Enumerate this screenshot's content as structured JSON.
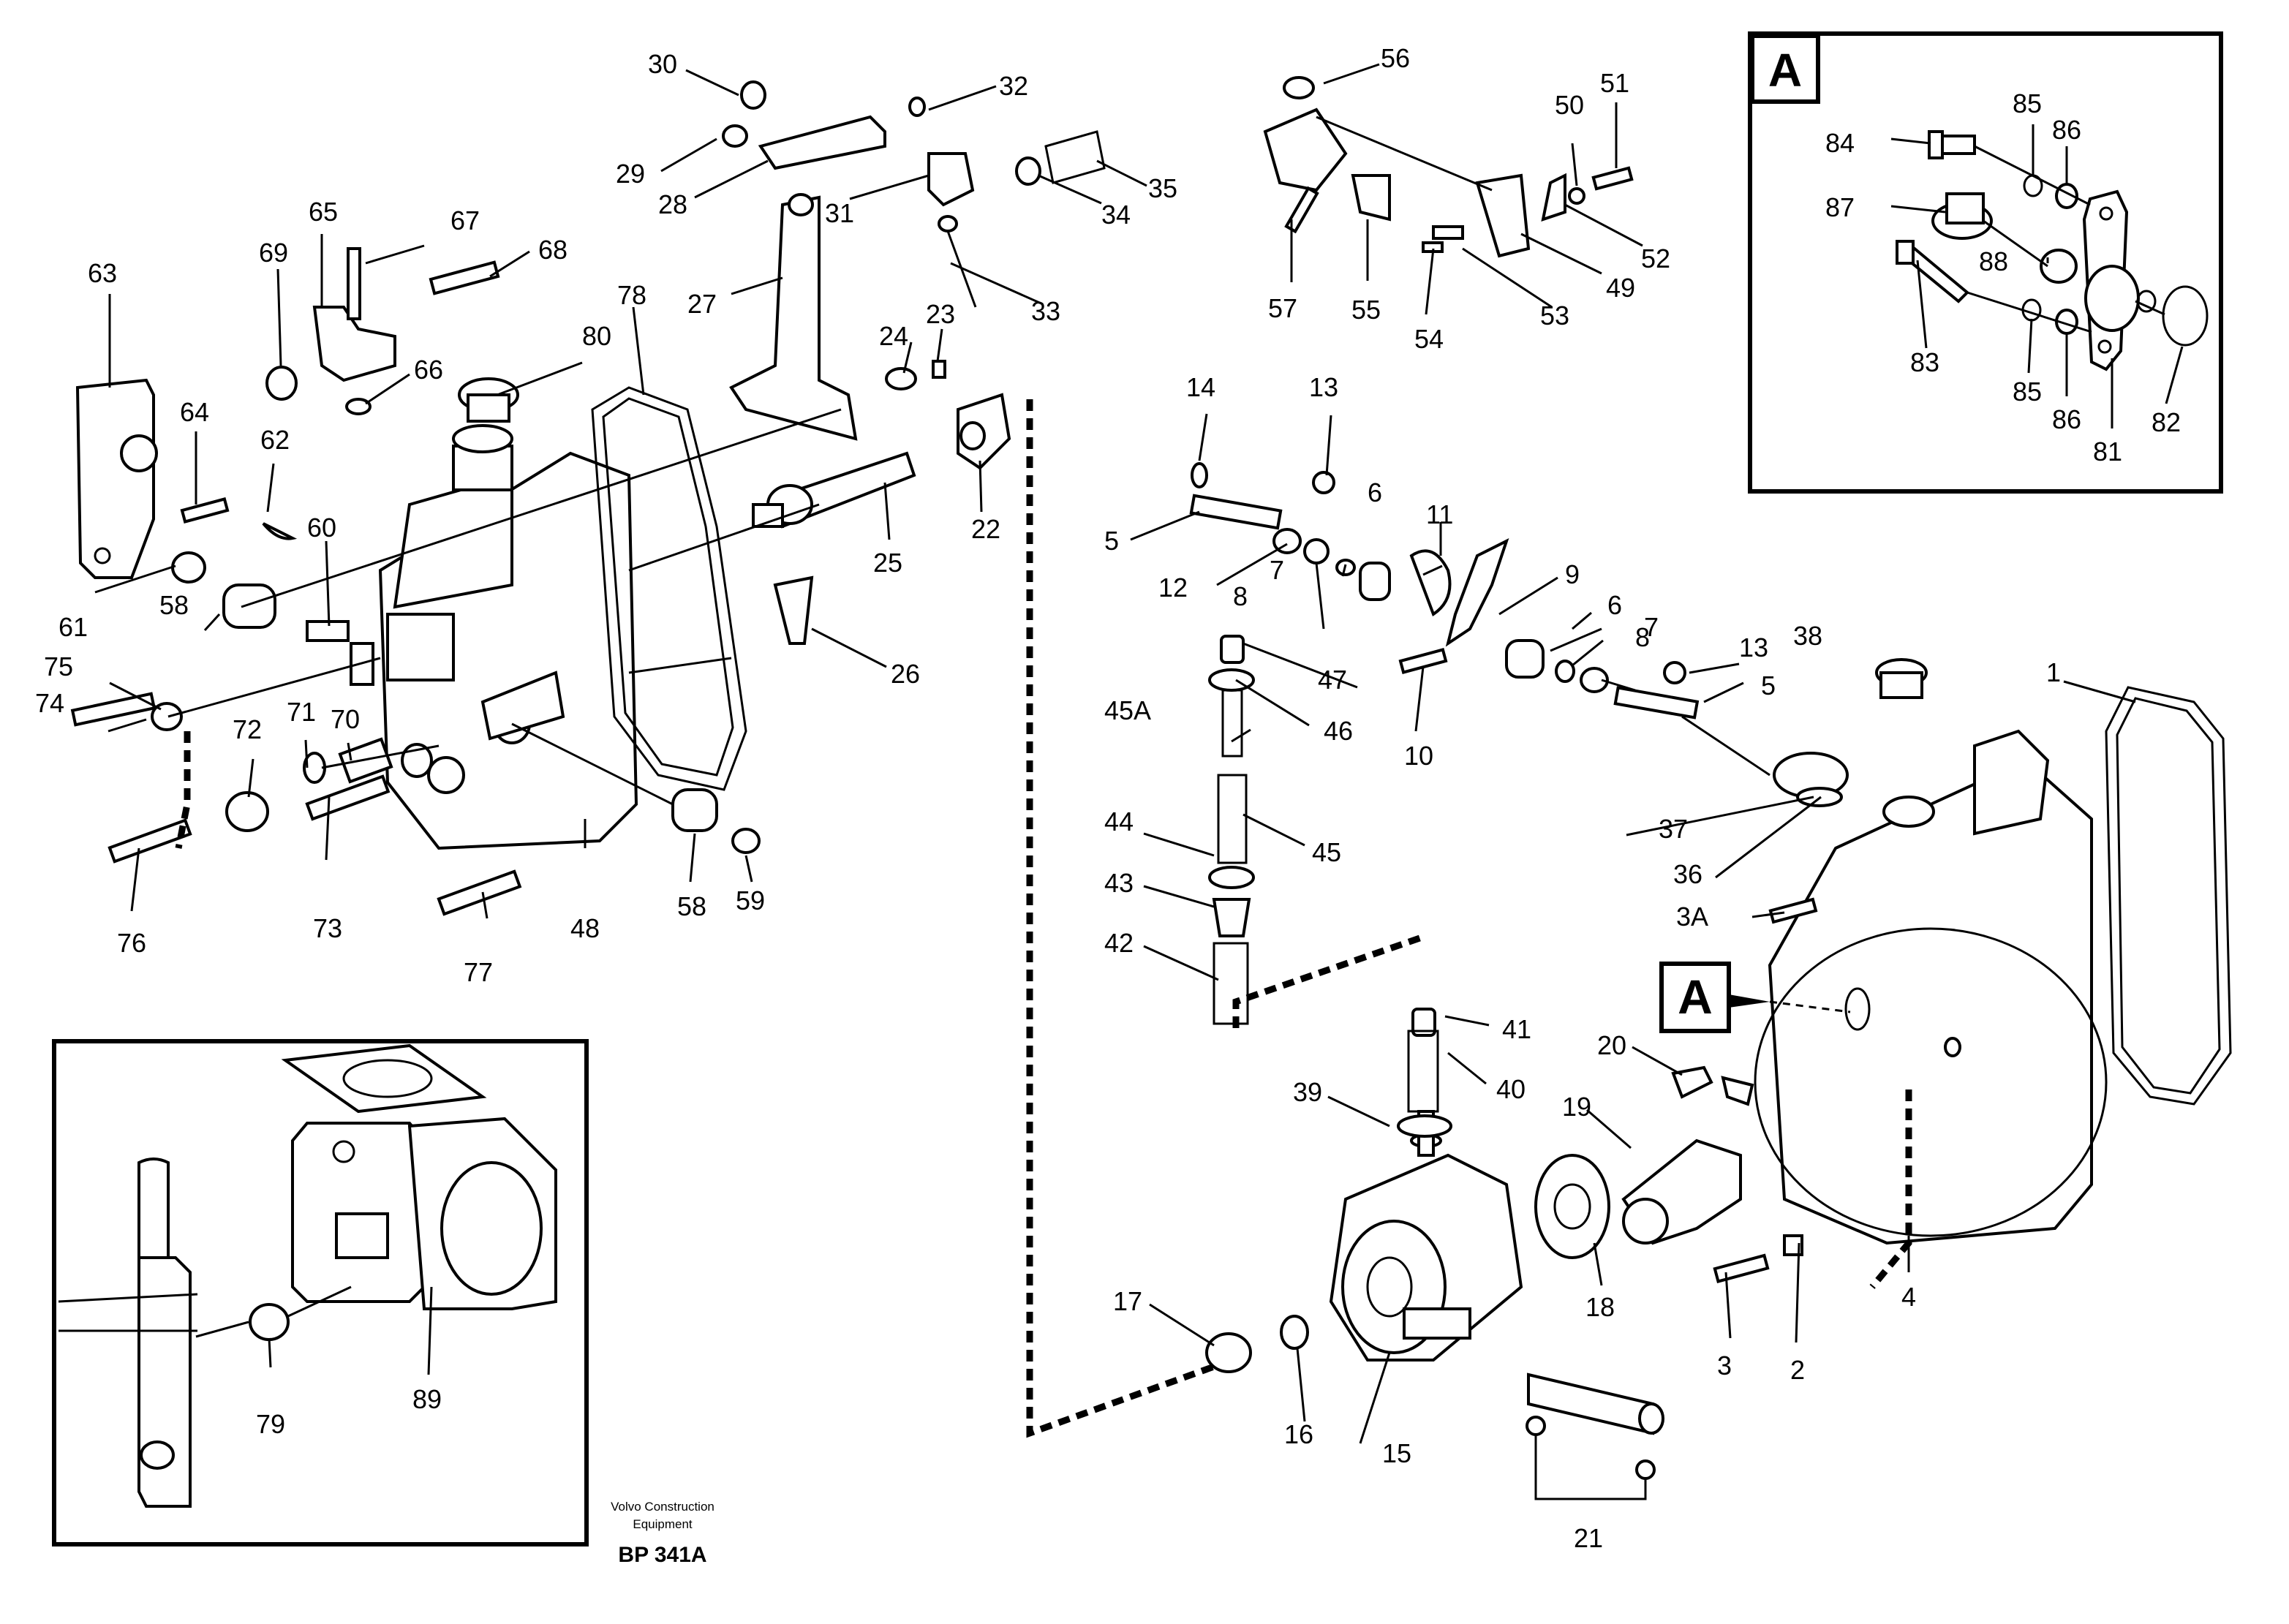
{
  "labels": {
    "l1": "1",
    "l2": "2",
    "l3": "3",
    "l3A": "3A",
    "l4": "4",
    "l5a": "5",
    "l5b": "5",
    "l6a": "6",
    "l6b": "6",
    "l7a": "7",
    "l7b": "7",
    "l8a": "8",
    "l8b": "8",
    "l9": "9",
    "l10": "10",
    "l11": "11",
    "l12": "12",
    "l13a": "13",
    "l13b": "13",
    "l14": "14",
    "l15": "15",
    "l16": "16",
    "l17": "17",
    "l18": "18",
    "l19": "19",
    "l20": "20",
    "l21": "21",
    "l22": "22",
    "l23": "23",
    "l24": "24",
    "l25": "25",
    "l26": "26",
    "l27": "27",
    "l28": "28",
    "l29": "29",
    "l30": "30",
    "l31": "31",
    "l32": "32",
    "l33": "33",
    "l34": "34",
    "l35": "35",
    "l36": "36",
    "l37": "37",
    "l38": "38",
    "l39": "39",
    "l40": "40",
    "l41": "41",
    "l42": "42",
    "l43": "43",
    "l44": "44",
    "l45": "45",
    "l45A": "45A",
    "l46": "46",
    "l47": "47",
    "l48": "48",
    "l49": "49",
    "l50": "50",
    "l51": "51",
    "l52": "52",
    "l53": "53",
    "l54": "54",
    "l55": "55",
    "l56": "56",
    "l57": "57",
    "l58a": "58",
    "l58b": "58",
    "l59": "59",
    "l60": "60",
    "l61": "61",
    "l62": "62",
    "l63": "63",
    "l64": "64",
    "l65": "65",
    "l66": "66",
    "l67": "67",
    "l68": "68",
    "l69": "69",
    "l70": "70",
    "l71": "71",
    "l72": "72",
    "l73": "73",
    "l74": "74",
    "l75": "75",
    "l76": "76",
    "l77": "77",
    "l78": "78",
    "l79": "79",
    "l80": "80",
    "l81": "81",
    "l82": "82",
    "l83": "83",
    "l84": "84",
    "l85a": "85",
    "l85b": "85",
    "l86a": "86",
    "l86b": "86",
    "l87": "87",
    "l88": "88",
    "l89": "89"
  },
  "detail_marker": "A",
  "inset_marker": "A",
  "footer": {
    "company_line1": "Volvo Construction",
    "company_line2": "Equipment",
    "drawing_id": "BP 341A"
  }
}
